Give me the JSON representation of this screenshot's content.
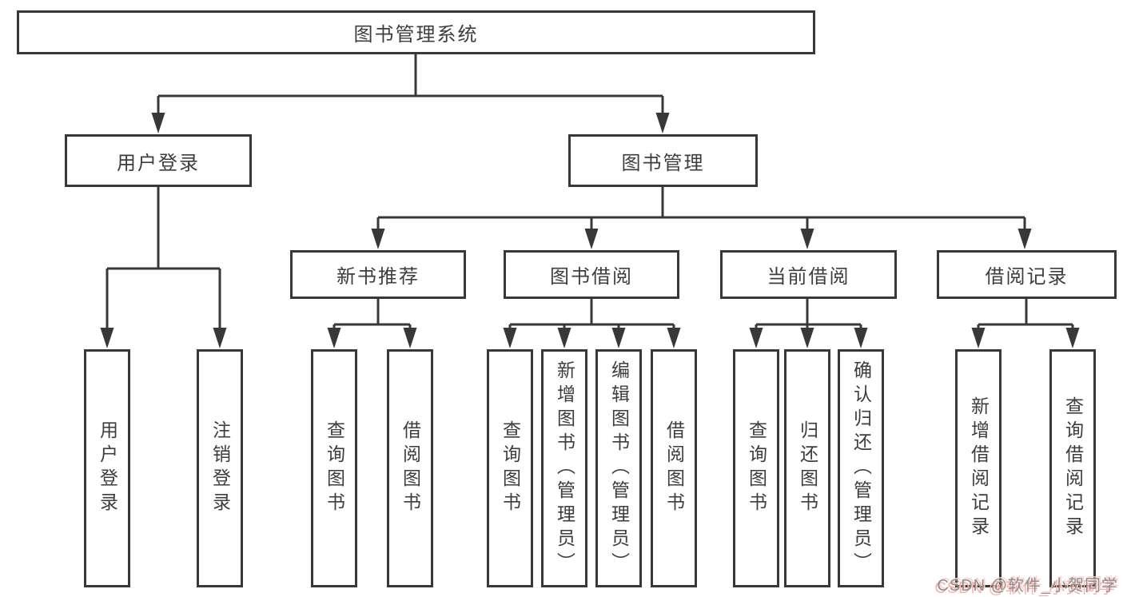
{
  "diagram": {
    "title": "图书管理系统",
    "branches": [
      {
        "label": "用户登录",
        "children": [
          {
            "label": "用户登录"
          },
          {
            "label": "注销登录"
          }
        ]
      },
      {
        "label": "图书管理",
        "children": [
          {
            "label": "新书推荐",
            "children": [
              {
                "label": "查询图书"
              },
              {
                "label": "借阅图书"
              }
            ]
          },
          {
            "label": "图书借阅",
            "children": [
              {
                "label": "查询图书"
              },
              {
                "label": "新增图书（管理员）"
              },
              {
                "label": "编辑图书（管理员）"
              },
              {
                "label": "借阅图书"
              }
            ]
          },
          {
            "label": "当前借阅",
            "children": [
              {
                "label": "查询图书"
              },
              {
                "label": "归还图书"
              },
              {
                "label": "确认归还（管理员）"
              }
            ]
          },
          {
            "label": "借阅记录",
            "children": [
              {
                "label": "新增借阅记录"
              },
              {
                "label": "查询借阅记录"
              }
            ]
          }
        ]
      }
    ]
  },
  "watermark": {
    "text": "CSDN @软件_小贺同学",
    "text_color": "#8e8e8e",
    "shadow_color": "#f7b3ab"
  },
  "colors": {
    "line": "#383838",
    "box_border": "#383838",
    "box_fill": "#ffffff",
    "text": "#3d3d3d",
    "background": "#ffffff"
  }
}
